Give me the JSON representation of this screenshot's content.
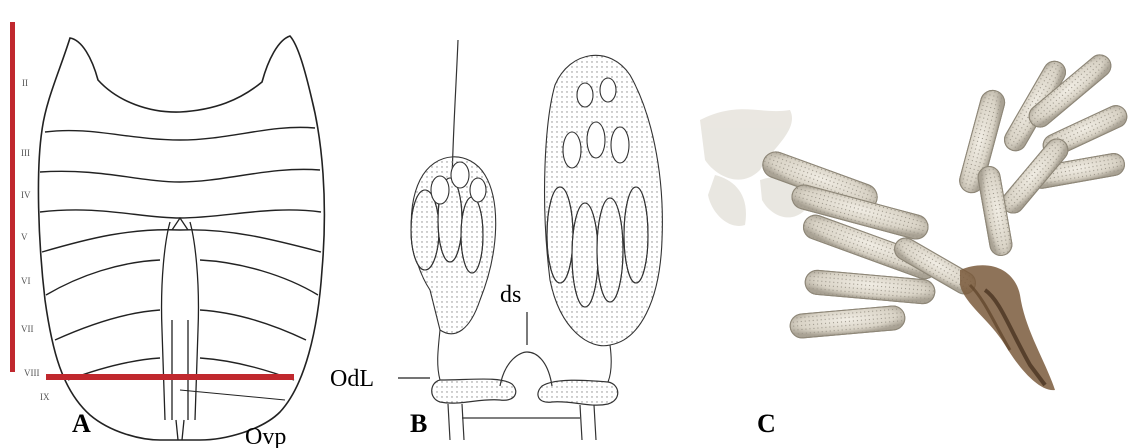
{
  "panels": [
    {
      "letter": "A"
    },
    {
      "letter": "B"
    },
    {
      "letter": "C"
    }
  ],
  "panel_a": {
    "segments": [
      "II",
      "III",
      "IV",
      "V",
      "VI",
      "VII",
      "VIII",
      "IX"
    ],
    "ovp_label": "Ovp",
    "bar_color": "#c0282e"
  },
  "panel_b": {
    "ds_label": "ds",
    "odl_label": "OdL"
  }
}
